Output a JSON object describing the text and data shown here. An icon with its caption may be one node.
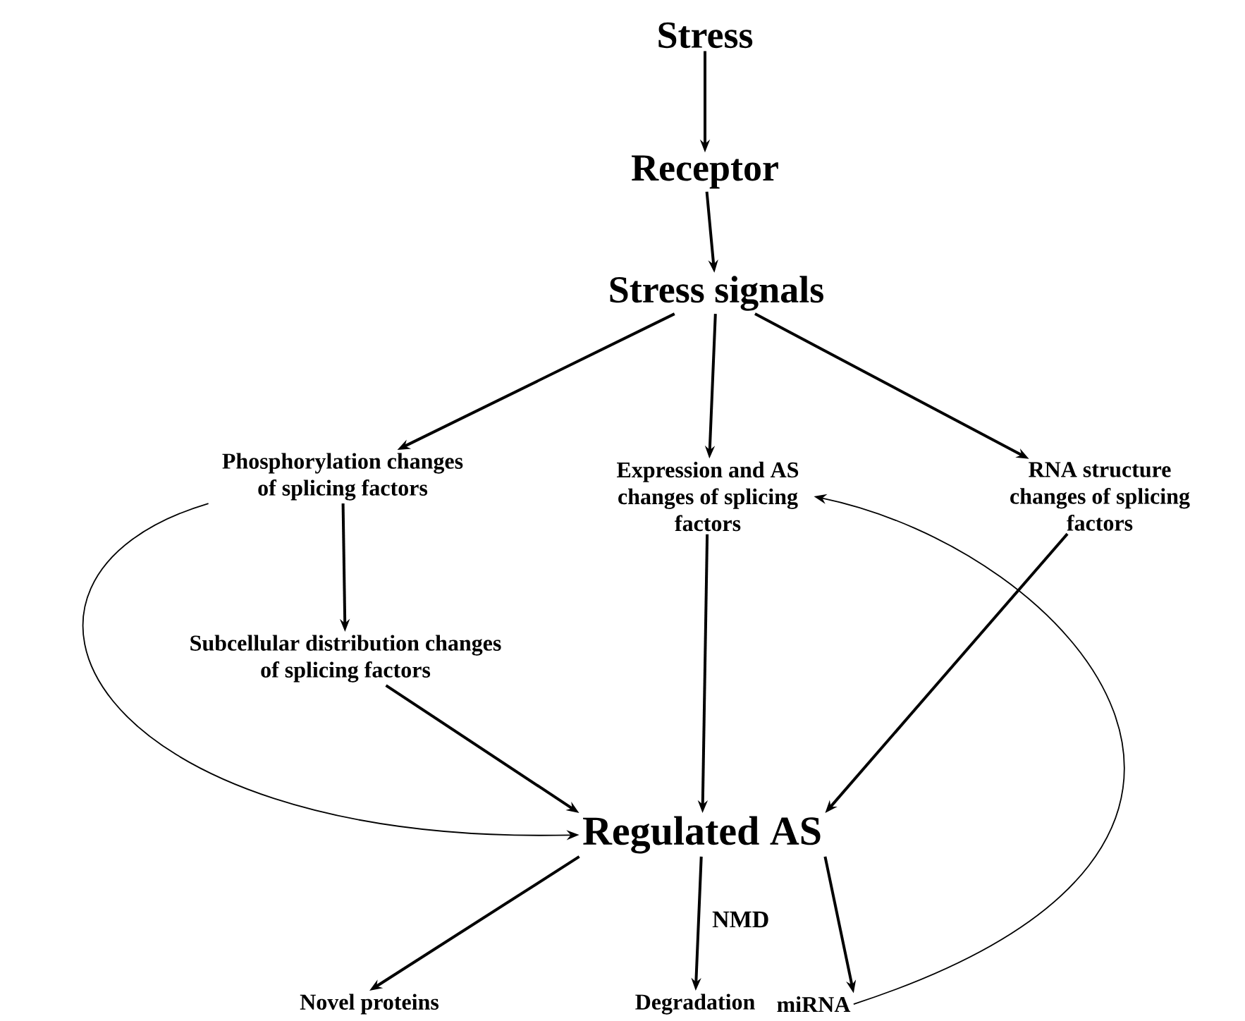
{
  "diagram": {
    "nodes": [
      {
        "text": [
          "Stress"
        ]
      },
      {
        "text": [
          "Receptor"
        ]
      },
      {
        "text": [
          "Stress signals"
        ]
      },
      {
        "text": [
          "Phosphorylation changes of splicing factors"
        ]
      },
      {
        "text": [
          "Expression and AS changes of splicing factors"
        ]
      },
      {
        "text": [
          "RNA structure changes of splicing factors"
        ]
      },
      {
        "text": [
          "Subcellular distribution changes of splicing factors"
        ]
      },
      {
        "text": [
          "Regulated AS"
        ]
      },
      {
        "text": [
          "Novel proteins"
        ]
      },
      {
        "text": [
          "Degradation"
        ]
      },
      {
        "text": [
          "miRNA"
        ]
      }
    ],
    "edges": [
      {
        "from": 0,
        "to": 1,
        "arrow": "to"
      },
      {
        "from": 1,
        "to": 2,
        "arrow": "to"
      },
      {
        "from": 2,
        "to": 3,
        "arrow": "to"
      },
      {
        "from": 2,
        "to": 4,
        "arrow": "to"
      },
      {
        "from": 2,
        "to": 5,
        "arrow": "to"
      },
      {
        "from": 3,
        "to": 6,
        "arrow": "to"
      },
      {
        "from": 3,
        "to": 7,
        "arrow": "to"
      },
      {
        "from": 6,
        "to": 7,
        "arrow": "to"
      },
      {
        "from": 4,
        "to": 7,
        "arrow": "to"
      },
      {
        "from": 5,
        "to": 7,
        "arrow": "to"
      },
      {
        "from": 7,
        "to": 8,
        "arrow": "to"
      },
      {
        "from": 7,
        "to": 9,
        "arrow": "to",
        "label": "NMD"
      },
      {
        "from": 7,
        "to": 10,
        "arrow": "to"
      },
      {
        "from": 10,
        "to": 4,
        "arrow": "to"
      }
    ]
  }
}
